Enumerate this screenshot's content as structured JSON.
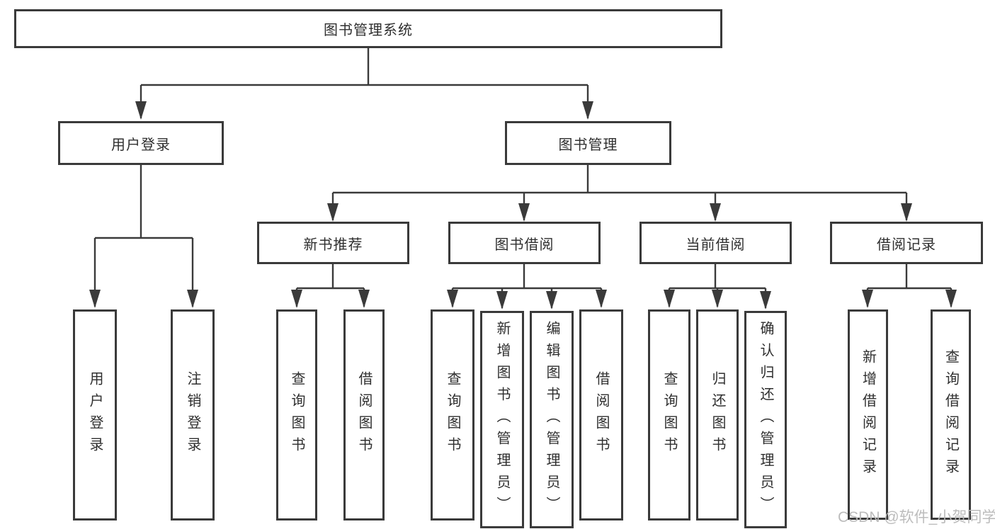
{
  "diagram": {
    "title_node": {
      "label": "图书管理系统"
    },
    "level2": {
      "user_login": {
        "label": "用户登录"
      },
      "book_management": {
        "label": "图书管理"
      }
    },
    "level3": {
      "new_book_recommend": {
        "label": "新书推荐"
      },
      "book_borrow": {
        "label": "图书借阅"
      },
      "current_borrow": {
        "label": "当前借阅"
      },
      "borrow_records": {
        "label": "借阅记录"
      }
    },
    "leaves": {
      "user_login": [
        "用户登录",
        "注销登录"
      ],
      "new_book_recommend": [
        "查询图书",
        "借阅图书"
      ],
      "book_borrow": [
        "查询图书",
        "新增图书（管理员）",
        "编辑图书（管理员）",
        "借阅图书"
      ],
      "current_borrow": [
        "查询图书",
        "归还图书",
        "确认归还（管理员）"
      ],
      "borrow_records": [
        "新增借阅记录",
        "查询借阅记录"
      ]
    }
  },
  "watermark": {
    "text": "CSDN @软件_小贺同学"
  },
  "colors": {
    "border": "#3a3a3a",
    "line": "#3a3a3a",
    "text": "#2f2f2f",
    "background": "#ffffff",
    "watermark": "#b9b9b9"
  }
}
